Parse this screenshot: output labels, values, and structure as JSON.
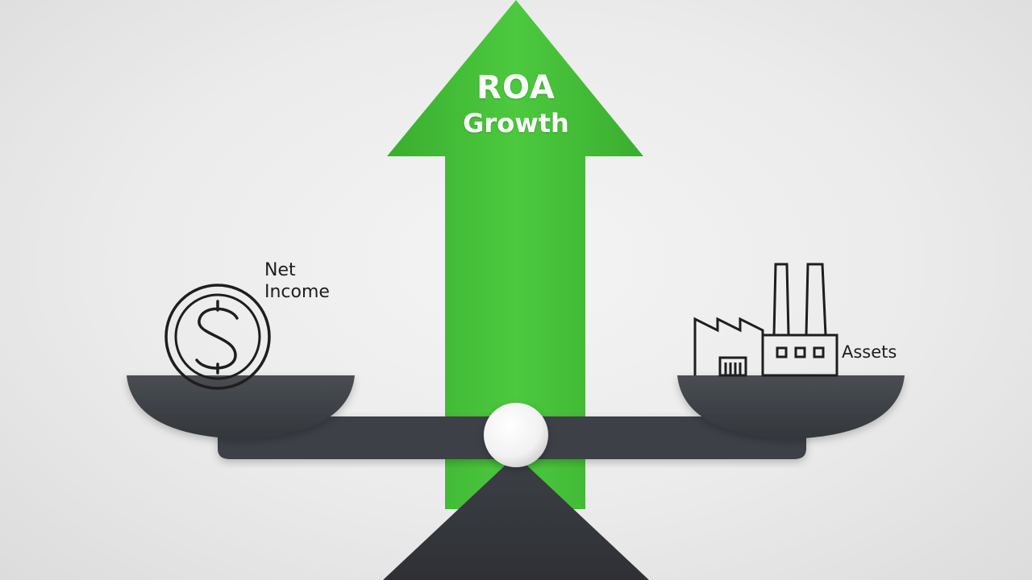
{
  "arrow": {
    "line1": "ROA",
    "line2": "Growth",
    "color": "#46c23a"
  },
  "left_pan": {
    "label_line1": "Net",
    "label_line2": "Income",
    "icon": "dollar-coin-icon"
  },
  "right_pan": {
    "label": "Assets",
    "icon": "factory-icon"
  },
  "colors": {
    "background": "#ececec",
    "scale": "#3f4247",
    "scale_dark": "#2d2f33",
    "pivot": "#f7f7f7",
    "icon_stroke": "#1e1e1e"
  }
}
